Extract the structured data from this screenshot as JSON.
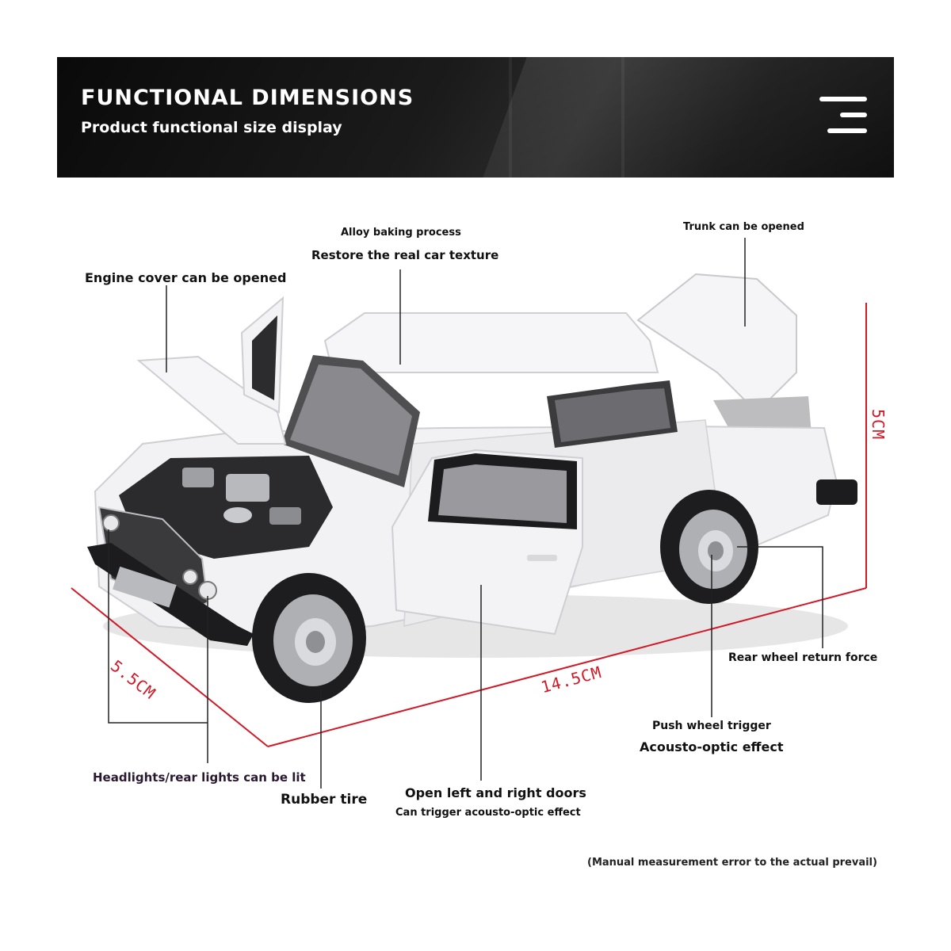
{
  "banner": {
    "title": "FUNCTIONAL DIMENSIONS",
    "subtitle": "Product functional size display",
    "icon": "menu-icon"
  },
  "callouts": {
    "alloy_line1": "Alloy baking process",
    "alloy_line2": "Restore the real car texture",
    "trunk": "Trunk can be opened",
    "engine": "Engine cover can be opened",
    "rear_wheel": "Rear wheel return force",
    "push_line1": "Push wheel trigger",
    "push_line2": "Acousto-optic effect",
    "headlights": "Headlights/rear lights can be lit",
    "tire": "Rubber tire",
    "doors_line1": "Open left and right doors",
    "doors_line2": "Can trigger acousto-optic effect",
    "note": "(Manual measurement error to the actual prevail)"
  },
  "dimensions": {
    "height": "5CM",
    "width": "5.5CM",
    "length": "14.5CM",
    "line_color": "#d01a28"
  },
  "colors": {
    "banner_bg": "#111111",
    "car_body": "#f2f2f4",
    "callout_line": "#222222"
  }
}
